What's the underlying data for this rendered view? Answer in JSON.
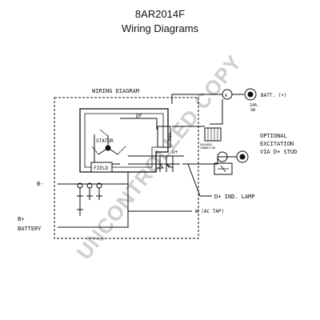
{
  "header": {
    "part_number": "8AR2014F",
    "subtitle": "Wiring Diagrams"
  },
  "diagram": {
    "box_title": "WIRING DIAGRAM",
    "labels": {
      "df": "DF",
      "reg": "REG",
      "stator": "STATOR",
      "field": "FIELD",
      "d_plus_internal": "D+",
      "b_minus": "B-",
      "b_plus": "B+",
      "battery": "BATTERY",
      "batt_plus": "BATT. (+)",
      "fuse_a": "A",
      "fuse_rating_line1": "10A.",
      "fuse_rating_line2": "SW",
      "connector_line1": "PACKARD",
      "connector_line2": "CONNECTOR",
      "optional_line1": "OPTIONAL",
      "optional_line2": "EXCITATION",
      "optional_line3": "VIA D+ STUD",
      "d_plus_lamp": "D+ IND. LAMP",
      "w_tap": "W (AC TAP)"
    }
  },
  "watermark": "UNCONTROLLED COPY",
  "colors": {
    "ink": "#111111",
    "watermark": "#cccccc"
  }
}
